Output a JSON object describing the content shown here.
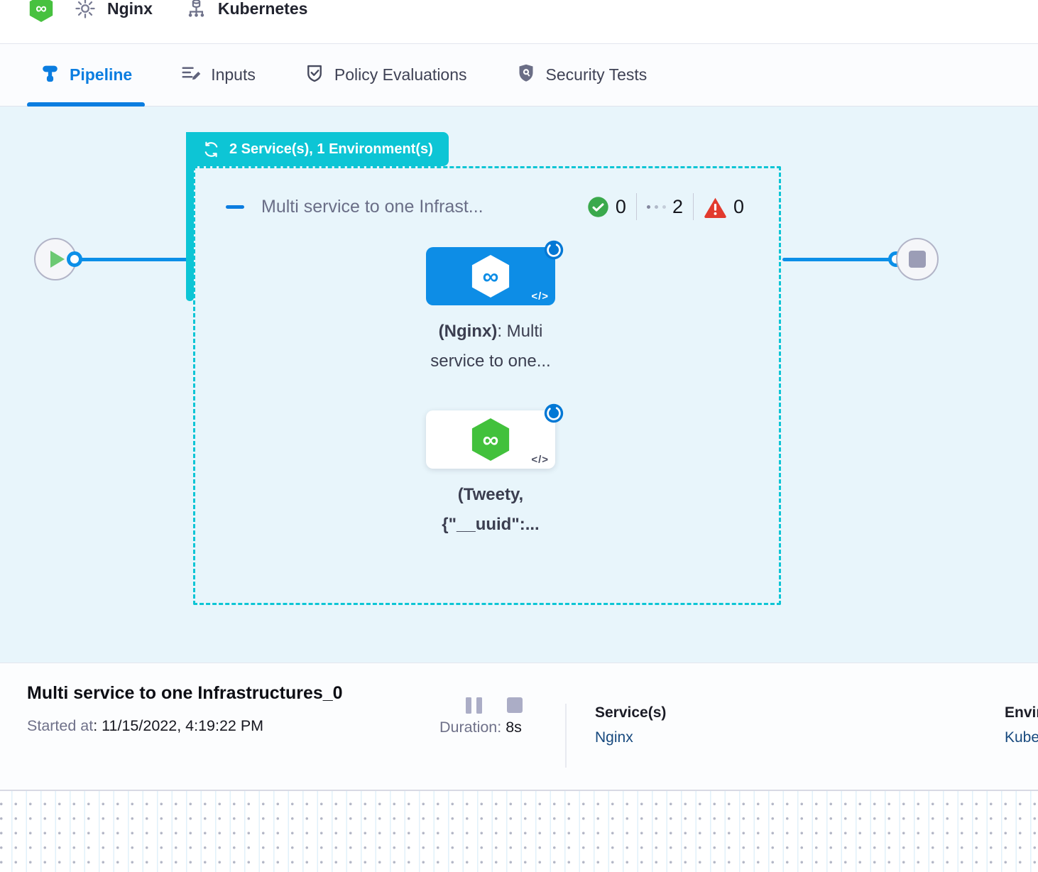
{
  "colors": {
    "accent_teal": "#0dc5d5",
    "primary_blue": "#0b8fe8",
    "active_tab_blue": "#0b7de0",
    "node_blue": "#0d8de6",
    "logo_green": "#47c13f",
    "success_green": "#3aa94c",
    "error_red": "#e23a2e",
    "link_navy": "#17497e",
    "canvas_bg": "#e8f5fb"
  },
  "header": {
    "pipeline_name": "Nginx",
    "environment_name": "Kubernetes"
  },
  "tabs": [
    {
      "label": "Pipeline",
      "active": true
    },
    {
      "label": "Inputs",
      "active": false
    },
    {
      "label": "Policy Evaluations",
      "active": false
    },
    {
      "label": "Security Tests",
      "active": false
    }
  ],
  "canvas": {
    "group_badge": "2 Service(s), 1 Environment(s)",
    "stage": {
      "title": "Multi service to one Infrast...",
      "counts": {
        "success": "0",
        "running": "2",
        "failed": "0"
      }
    },
    "nodes": [
      {
        "variant": "blue",
        "label_bold": "(Nginx)",
        "label_rest": ": Multi",
        "label_line2": "service to one...",
        "code_glyph": "</>",
        "logo_glyph": "∞"
      },
      {
        "variant": "white",
        "label_line1": "(Tweety,",
        "label_line2": "{\"__uuid\":...",
        "code_glyph": "</>",
        "logo_glyph": "∞"
      }
    ],
    "icons": {
      "start": "play-icon",
      "end": "stop-icon",
      "group": "sync-icon",
      "running_badge": "spinner-icon"
    },
    "logo_glyph": "∞"
  },
  "footer": {
    "title": "Multi service to one Infrastructures_0",
    "started_label": "Started at",
    "started_value": ": 11/15/2022, 4:19:22 PM",
    "duration_label": "Duration: ",
    "duration_value": "8s",
    "services_label": "Service(s)",
    "services_value": "Nginx",
    "environments_label": "Environment(s)",
    "environments_value": "Kubernetes"
  }
}
